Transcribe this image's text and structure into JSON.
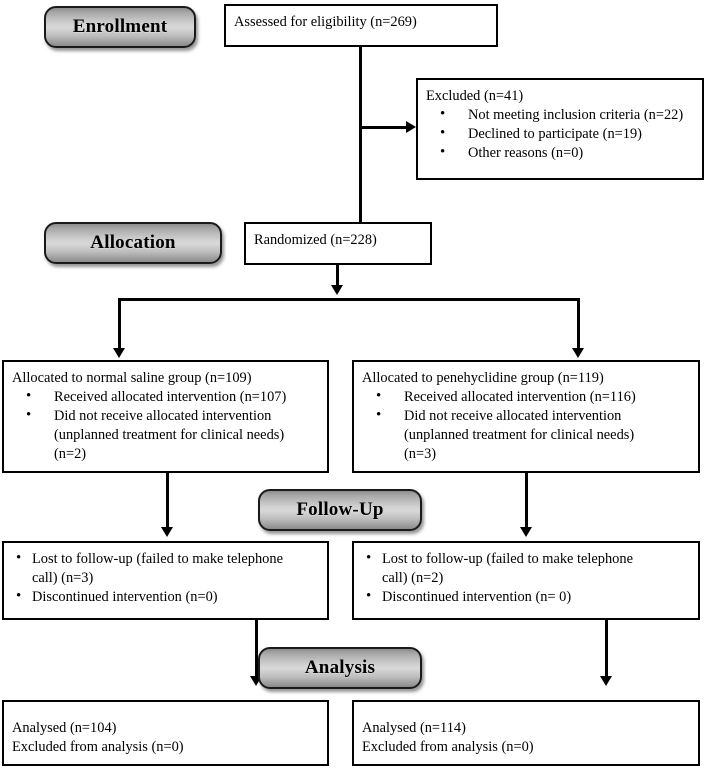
{
  "diagram": {
    "title": "CONSORT participant flow diagram",
    "type": "flowchart",
    "stages": [
      {
        "id": "enrollment",
        "label": "Enrollment"
      },
      {
        "id": "allocation",
        "label": "Allocation"
      },
      {
        "id": "followup",
        "label": "Follow-Up"
      },
      {
        "id": "analysis",
        "label": "Analysis"
      }
    ],
    "boxes": {
      "assessed": {
        "head": "Assessed for eligibility (n=269)"
      },
      "excluded": {
        "head": "Excluded (n=41)",
        "items": [
          "Not meeting inclusion criteria (n=22)",
          "Declined to participate (n=19)",
          "Other reasons (n=0)"
        ]
      },
      "randomized": {
        "head": "Randomized (n=228)"
      },
      "alloc_left": {
        "head": "Allocated to normal saline group (n=109)",
        "items": [
          {
            "line1": "Received allocated intervention (n=107)"
          },
          {
            "line1": "Did not receive allocated intervention",
            "line2": "(unplanned treatment for clinical needs)",
            "line3": "(n=2)"
          }
        ]
      },
      "alloc_right": {
        "head": "Allocated to penehyclidine group (n=119)",
        "items": [
          {
            "line1": "Received allocated intervention (n=116)"
          },
          {
            "line1": "Did not receive allocated intervention",
            "line2": "(unplanned treatment for clinical needs)",
            "line3": "(n=3)"
          }
        ]
      },
      "followup_left": {
        "items": [
          {
            "line1": "Lost to follow-up (failed to make telephone",
            "line2": "call) (n=3)"
          },
          {
            "line1": "Discontinued intervention (n=0)"
          }
        ]
      },
      "followup_right": {
        "items": [
          {
            "line1": "Lost to follow-up (failed to make telephone",
            "line2": "call) (n=2)"
          },
          {
            "line1": "Discontinued intervention (n= 0)"
          }
        ]
      },
      "analysis_left": {
        "line1": "Analysed (n=104)",
        "line2": "Excluded from analysis (n=0)"
      },
      "analysis_right": {
        "line1": "Analysed (n=114)",
        "line2": "Excluded from analysis (n=0)"
      }
    },
    "colors": {
      "stroke": "#000000",
      "box_fill": "#ffffff",
      "stage_fill_light": "#d8d8d8",
      "stage_fill_dark": "#8a8a8a",
      "page_background": "#ffffff"
    }
  }
}
